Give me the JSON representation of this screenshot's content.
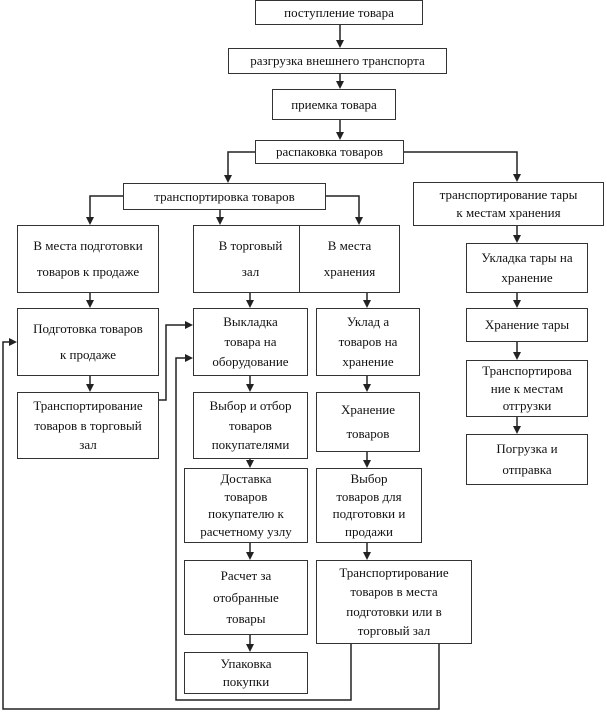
{
  "boxes": [
    {
      "id": "b1",
      "lines": [
        "поступление товара"
      ]
    },
    {
      "id": "b2",
      "lines": [
        "разгрузка внешнего транспорта"
      ]
    },
    {
      "id": "b3",
      "lines": [
        "приемка товара"
      ]
    },
    {
      "id": "b4",
      "lines": [
        "распаковка товаров"
      ]
    },
    {
      "id": "b5",
      "lines": [
        "транспортировка товаров"
      ]
    },
    {
      "id": "b6",
      "lines": [
        "транспортирование тары",
        "к местам хранения"
      ]
    },
    {
      "id": "b7",
      "lines": [
        "В места подготовки",
        "товаров к продаже"
      ]
    },
    {
      "id": "b8",
      "lines": [
        "В торговый",
        "зал"
      ]
    },
    {
      "id": "b9",
      "lines": [
        "В места",
        "хранения"
      ]
    },
    {
      "id": "b10",
      "lines": [
        "Подготовка товаров",
        "к продаже"
      ]
    },
    {
      "id": "b11",
      "lines": [
        "Выкладка",
        "товара на",
        "оборудование"
      ]
    },
    {
      "id": "b12",
      "lines": [
        "Уклад а",
        "товаров на",
        "хранение"
      ]
    },
    {
      "id": "b13",
      "lines": [
        "Транспортирование",
        "товаров в торговый",
        "зал"
      ]
    },
    {
      "id": "b14",
      "lines": [
        "Выбор и отбор",
        "товаров",
        "покупателями"
      ]
    },
    {
      "id": "b15",
      "lines": [
        "Хранение",
        "товаров"
      ]
    },
    {
      "id": "b16",
      "lines": [
        "Выбор",
        "товаров для",
        "подготовки и",
        "продажи"
      ]
    },
    {
      "id": "b17",
      "lines": [
        "Доставка",
        "товаров",
        "покупателю к",
        "расчетному узлу"
      ]
    },
    {
      "id": "b18",
      "lines": [
        "Расчет за",
        "отобранные",
        "товары"
      ]
    },
    {
      "id": "b19",
      "lines": [
        "Упаковка",
        "покупки"
      ]
    },
    {
      "id": "b20",
      "lines": [
        "Транспортирование",
        "товаров в места",
        "подготовки или в",
        "торговый зал"
      ]
    },
    {
      "id": "b21",
      "lines": [
        "Укладка тары на",
        "хранение"
      ]
    },
    {
      "id": "b22",
      "lines": [
        "Хранение тары"
      ]
    },
    {
      "id": "b23",
      "lines": [
        "Транспортирова",
        "ние к местам",
        "отгрузки"
      ]
    },
    {
      "id": "b24",
      "lines": [
        "Погрузка и",
        "отправка"
      ]
    }
  ],
  "colors": {
    "line": "#222222",
    "border": "#333333",
    "background": "#ffffff"
  }
}
